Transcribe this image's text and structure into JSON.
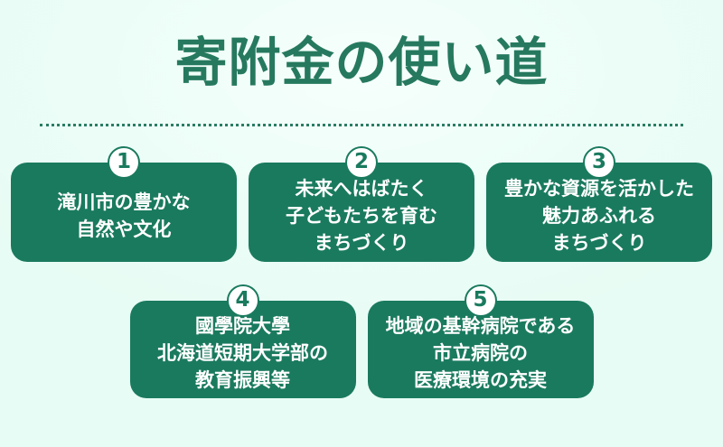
{
  "title": "寄附金の使い道",
  "colors": {
    "background_mint": "#e9fdf6",
    "card_green": "#1a7a5e",
    "title_green": "#26795e",
    "divider_green": "#2a7d63",
    "card_text": "#ffffff",
    "badge_fill": "#ffffff"
  },
  "cards": [
    {
      "number": "1",
      "lines": [
        "滝川市の豊かな",
        "自然や文化"
      ]
    },
    {
      "number": "2",
      "lines": [
        "未来へはばたく",
        "子どもたちを育む",
        "まちづくり"
      ]
    },
    {
      "number": "3",
      "lines": [
        "豊かな資源を活かした",
        "魅力あふれる",
        "まちづくり"
      ]
    },
    {
      "number": "4",
      "lines": [
        "國學院大學",
        "北海道短期大学部の",
        "教育振興等"
      ]
    },
    {
      "number": "5",
      "lines": [
        "地域の基幹病院である",
        "市立病院の",
        "医療環境の充実"
      ]
    }
  ]
}
